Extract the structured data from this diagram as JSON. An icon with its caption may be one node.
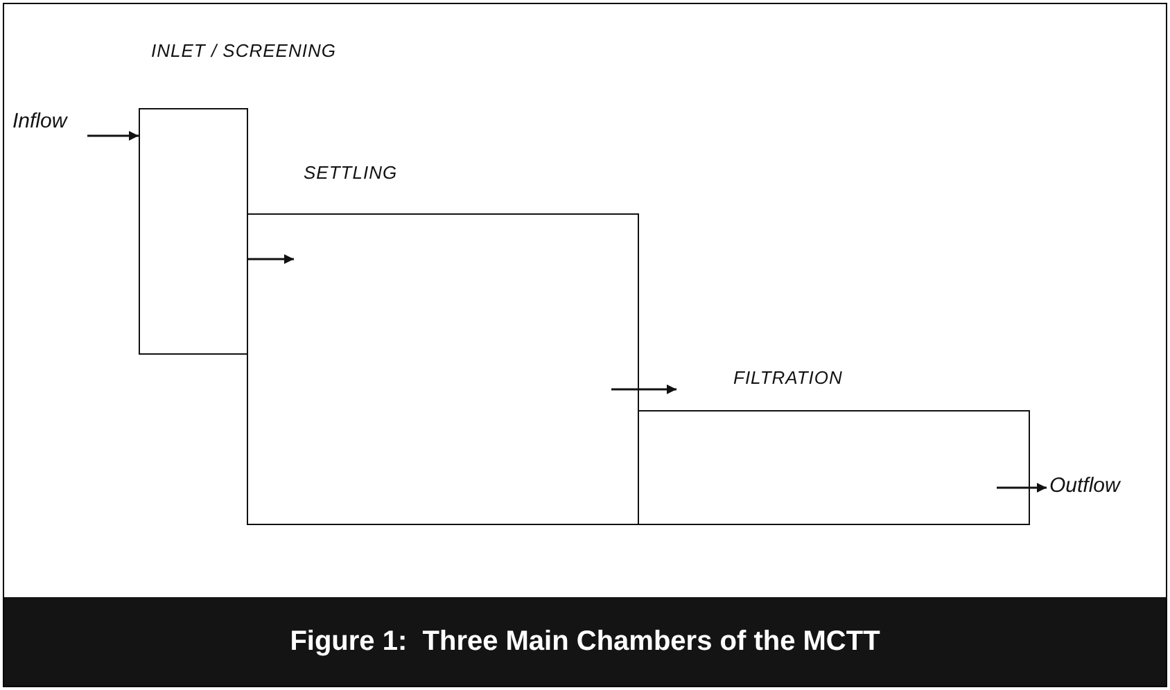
{
  "diagram": {
    "caption": "Figure 1:  Three Main Chambers of the MCTT",
    "nodes": [
      {
        "text": [
          "INLET / SCREENING"
        ]
      },
      {
        "text": [
          "SETTLING"
        ]
      },
      {
        "text": [
          "FILTRATION"
        ]
      },
      {
        "text": [
          "Inflow"
        ]
      },
      {
        "text": [
          "Outflow"
        ]
      }
    ],
    "edges": [
      {
        "from": 3,
        "to": 0,
        "arrow": "to"
      },
      {
        "from": 0,
        "to": 1,
        "arrow": "to"
      },
      {
        "from": 1,
        "to": 2,
        "arrow": "to"
      },
      {
        "from": 2,
        "to": 4,
        "arrow": "to"
      }
    ]
  }
}
